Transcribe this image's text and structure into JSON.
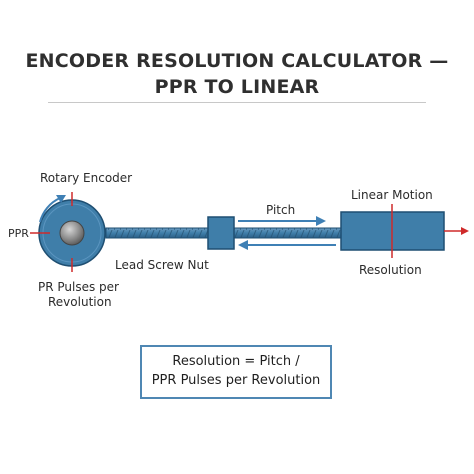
{
  "title": {
    "line1": "ENCODER RESOLUTION CALCULATOR —",
    "line2": "PPR TO LINEAR"
  },
  "labels": {
    "rotary_encoder": "Rotary Encoder",
    "ppr": "PPR",
    "pr_pulses_line1": "PR Pulses per",
    "pr_pulses_line2": "Revolution",
    "lead_screw_nut": "Lead Screw Nut",
    "pitch": "Pitch",
    "linear_motion": "Linear Motion",
    "resolution": "Resolution"
  },
  "formula": {
    "line1": "Resolution = Pitch /",
    "line2": "PPR Pulses per Revolution"
  },
  "colors": {
    "component_fill": "#3f7ea9",
    "component_stroke": "#1f4f72",
    "arrow_blue": "#3f80b5",
    "marker_red": "#cf2a2a",
    "box_border": "#4f87b3",
    "title_text": "#2f2f2f"
  }
}
